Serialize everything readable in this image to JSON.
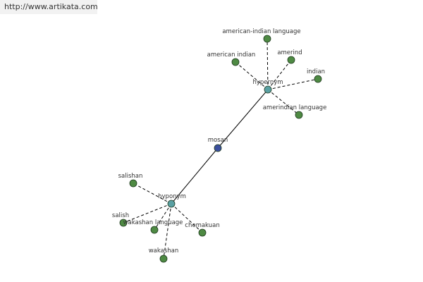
{
  "source_url": "http://www.artikata.com",
  "colors": {
    "leaf": "#4e8a43",
    "hub": "#5aa0a3",
    "center": "#3b4f9e"
  },
  "graph": {
    "nodes": [
      {
        "id": "mosan",
        "label": "mosan",
        "kind": "center"
      },
      {
        "id": "hypernym",
        "label": "hypernym",
        "kind": "hub"
      },
      {
        "id": "hyponym",
        "label": "hyponym",
        "kind": "hub"
      },
      {
        "id": "american-indian-language",
        "label": "american-indian language",
        "kind": "leaf"
      },
      {
        "id": "american-indian",
        "label": "american indian",
        "kind": "leaf"
      },
      {
        "id": "amerind",
        "label": "amerind",
        "kind": "leaf"
      },
      {
        "id": "indian",
        "label": "indian",
        "kind": "leaf"
      },
      {
        "id": "amerindian-language",
        "label": "amerindian language",
        "kind": "leaf"
      },
      {
        "id": "salishan",
        "label": "salishan",
        "kind": "leaf"
      },
      {
        "id": "salish",
        "label": "salish",
        "kind": "leaf"
      },
      {
        "id": "wakashan-language",
        "label": "wakashan language",
        "kind": "leaf"
      },
      {
        "id": "chemakuan",
        "label": "chemakuan",
        "kind": "leaf"
      },
      {
        "id": "wakashan",
        "label": "wakashan",
        "kind": "leaf"
      }
    ],
    "edges": [
      {
        "from": "mosan",
        "to": "hypernym",
        "style": "solid"
      },
      {
        "from": "mosan",
        "to": "hyponym",
        "style": "solid"
      },
      {
        "from": "hypernym",
        "to": "american-indian-language",
        "style": "dashed"
      },
      {
        "from": "hypernym",
        "to": "american-indian",
        "style": "dashed"
      },
      {
        "from": "hypernym",
        "to": "amerind",
        "style": "dashed"
      },
      {
        "from": "hypernym",
        "to": "indian",
        "style": "dashed"
      },
      {
        "from": "hypernym",
        "to": "amerindian-language",
        "style": "dashed"
      },
      {
        "from": "hyponym",
        "to": "salishan",
        "style": "dashed"
      },
      {
        "from": "hyponym",
        "to": "salish",
        "style": "dashed"
      },
      {
        "from": "hyponym",
        "to": "wakashan-language",
        "style": "dashed"
      },
      {
        "from": "hyponym",
        "to": "chemakuan",
        "style": "dashed"
      },
      {
        "from": "hyponym",
        "to": "wakashan",
        "style": "dashed"
      }
    ]
  }
}
